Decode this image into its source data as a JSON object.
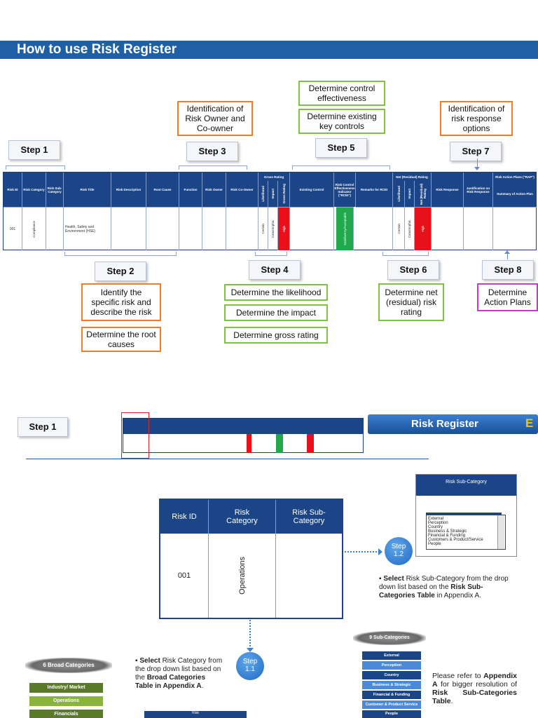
{
  "title": "How to use Risk Register",
  "steps": {
    "s1": "Step 1",
    "s2": "Step 2",
    "s3": "Step 3",
    "s4": "Step 4",
    "s5": "Step 5",
    "s6": "Step 6",
    "s7": "Step 7",
    "s8": "Step 8"
  },
  "notes": {
    "control_effectiveness": "Determine control effectiveness",
    "existing_controls": "Determine existing key controls",
    "risk_owner": "Identification of Risk Owner and Co-owner",
    "risk_response": "Identification of risk response options",
    "identify_risk": "Identify the specific risk and describe the risk",
    "root_causes": "Determine the root causes",
    "likelihood": "Determine the likelihood",
    "impact": "Determine the impact",
    "gross_rating": "Determine gross rating",
    "net_rating": "Determine net (residual) risk rating",
    "action_plans": "Determine Action Plans"
  },
  "register": {
    "headers": {
      "risk_id": "Risk ID",
      "risk_category": "Risk Category",
      "risk_subcategory": "Risk Sub-Category",
      "risk_title": "Risk Title",
      "risk_description": "Risk Description",
      "root_cause": "Root Cause",
      "function": "Function",
      "risk_owner": "Risk Owner",
      "risk_coowner": "Risk Co-Owner",
      "gross_rating": "Gross Rating",
      "likelihood": "Likelihood",
      "impact": "Impact",
      "gross_risk_rating": "Gross Rating",
      "existing_control": "Existing Control",
      "rci": "Risk Control Effectiveness Indicator (\"RCEI\")",
      "remarks_rci": "Remarks for RCEI",
      "net_rating": "Net (Residual) Rating",
      "net_likelihood": "Likelihood",
      "net_impact": "Impact",
      "net_risk_rating": "Net (Residual) Rating",
      "risk_response": "Risk Response",
      "justification": "Justification on Risk Response",
      "action_plans": "Risk Action Plans (\"RAP\")",
      "summary_action": "Summary of Action Plan"
    },
    "row": {
      "id": "001",
      "category": "Compliance",
      "title": "Health, Safety and Environment (HSE)",
      "likelihood": "Certain",
      "impact": "Catastrophic",
      "gross": "High",
      "rci": "Satisfactory/Acceptable",
      "net_likelihood": "Certain",
      "net_impact": "Catastrophic",
      "net": "High"
    }
  },
  "section2": {
    "step1": "Step 1",
    "banner": "Risk Register",
    "banner_letter": "E",
    "dropdown": {
      "header": "Risk Sub-Category",
      "options": [
        "External",
        "Perception",
        "Country",
        "Business & Strategic",
        "Financial & Funding",
        "Customers & Product/Service",
        "People"
      ]
    },
    "zoom_table": {
      "headers": [
        "Risk ID",
        "Risk Category",
        "Risk Sub-Category"
      ],
      "id": "001",
      "category": "Operations"
    },
    "step12": "Step 1.2",
    "step12_num1": "Step",
    "step12_num2": "1.2",
    "step11_num1": "Step",
    "step11_num2": "1.1",
    "select_sub_pre": "Select",
    "select_sub_mid": " Risk Sub-Category from the drop down list  based on the ",
    "select_sub_bold": "Risk Sub-Categories Table",
    "select_sub_post": " in Appendix A.",
    "select_cat_pre": "Select",
    "select_cat_mid": " Risk Category from the drop down list based on the ",
    "select_cat_bold": "Broad Categories Table in Appendix A",
    "select_cat_post": ".",
    "broad_title": "6 Broad Categories",
    "broad_items": [
      "Industry/ Market",
      "Operations",
      "Financials"
    ],
    "sub_title": "9 Sub-Categories",
    "sub_items": [
      "External",
      "Perception",
      "Country",
      "Business & Strategic",
      "Financial & Funding",
      "Customer & Product Service",
      "People"
    ],
    "refer_pre": "Please refer to ",
    "refer_b1": "Appendix A",
    "refer_mid": " for bigger resolution of ",
    "refer_b2": "Risk Sub-Categories Table",
    "refer_post": ".",
    "small_table_header": "Risk"
  },
  "colors": {
    "title_bar": "#1f5fa6",
    "table_header": "#1c4587",
    "high": "#e8101a",
    "satisfactory": "#21a84a",
    "orange": "#f07d2a",
    "green": "#7dc243",
    "purple": "#c43bc4"
  }
}
